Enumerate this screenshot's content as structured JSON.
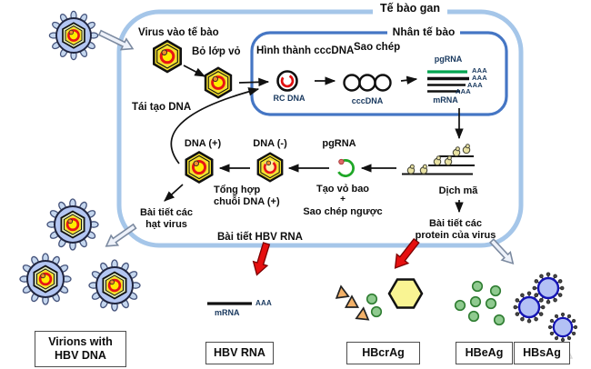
{
  "cell": {
    "label": "Tế bào gan"
  },
  "nucleus": {
    "label": "Nhân tế bào",
    "step_formation": "Hình thành cccDNA",
    "step_transcription": "Sao chép",
    "rc_dna": "RC DNA",
    "cccdna": "cccDNA",
    "pgrna": "pgRNA",
    "mrna": "mRNA",
    "poly_a": "AAA"
  },
  "cytoplasm": {
    "entry": "Virus vào tế bào",
    "uncoating": "Bỏ lớp vỏ",
    "dna_regeneration": "Tái tạo DNA",
    "dna_plus": "DNA (+)",
    "dna_minus": "DNA (-)",
    "pgrna": "pgRNA",
    "synthesis_l1": "Tổng hợp",
    "synthesis_l2": "chuỗi DNA (+)",
    "envelope": "Tạo vỏ bao",
    "plus": "+",
    "reverse_transcription": "Sao chép ngược",
    "translation": "Dịch mã",
    "secrete_virions_l1": "Bài tiết các",
    "secrete_virions_l2": "hạt virus",
    "secrete_rna": "Bài tiết HBV RNA",
    "secrete_proteins_l1": "Bài tiết các",
    "secrete_proteins_l2": "protein của virus"
  },
  "outside": {
    "mrna": "mRNA",
    "poly_a": "AAA",
    "box_virions_l1": "Virions with",
    "box_virions_l2": "HBV DNA",
    "box_hbv_rna": "HBV RNA",
    "box_hbcrag": "HBcrAg",
    "box_hbeag": "HBeAg",
    "box_hbsag": "HBsAg"
  },
  "colors": {
    "membrane": "#a5c6e9",
    "nucleus_border": "#4576c4",
    "pgrna_green": "#00a550",
    "capsid_yellow": "#f5e12e",
    "core_red": "#e81515",
    "virion_blue": "#b3c6f2",
    "antigen_green": "#8fca8f",
    "triangle_orange": "#f2b169",
    "arrow_red": "#e60f0f"
  }
}
